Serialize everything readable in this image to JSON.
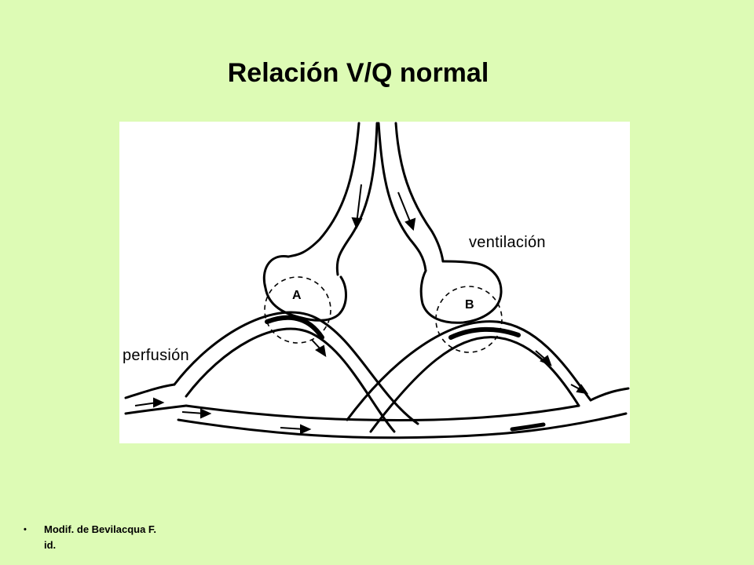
{
  "title": "Relación V/Q normal",
  "labels": {
    "ventilation": "ventilación",
    "perfusion": "perfusión",
    "alveolus_a": "A",
    "alveolus_b": "B"
  },
  "footnote": {
    "bullet": "•",
    "line1": "Modif. de Bevilacqua F.",
    "line2": "id."
  },
  "colors": {
    "background": "#ddfbb5",
    "diagram_bg": "#ffffff",
    "ink": "#000000"
  }
}
